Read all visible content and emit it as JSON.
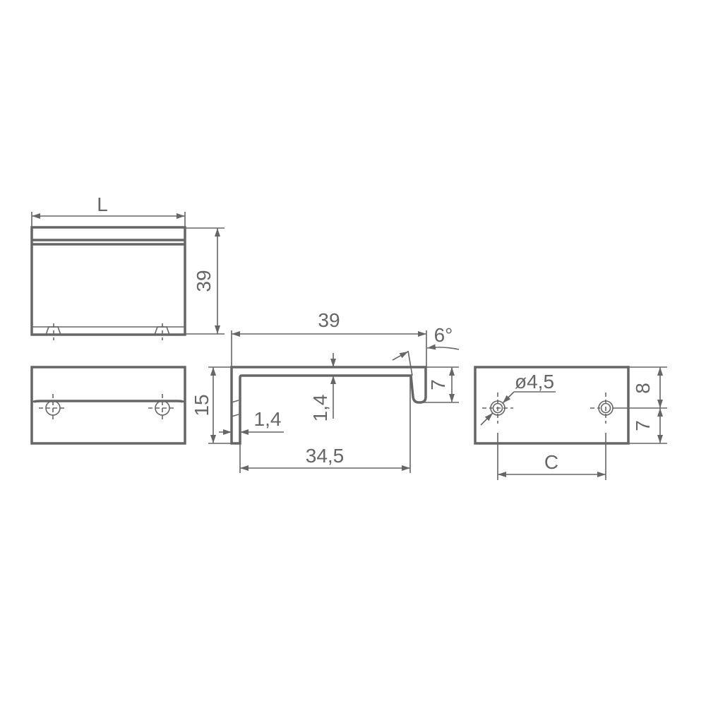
{
  "color": "#666666",
  "front_view": {
    "width_label": "L",
    "height_label": "39"
  },
  "bottom_view": {
    "height_label": "15"
  },
  "profile_view": {
    "width_label": "39",
    "angle_label": "6°",
    "lip_label": "7",
    "wall_thickness_label": "1,4",
    "top_thickness_label": "1,4",
    "inner_width_label": "34,5"
  },
  "back_view": {
    "hole_label": "ø4,5",
    "upper_label": "8",
    "lower_label": "7",
    "spacing_label": "C"
  }
}
